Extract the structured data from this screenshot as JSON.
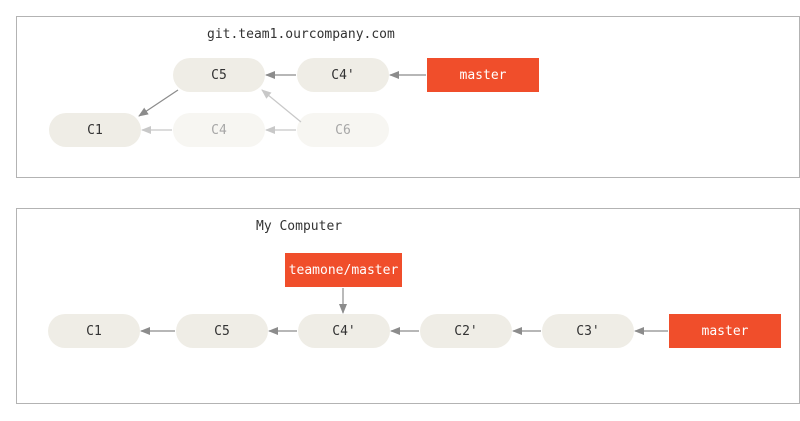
{
  "remote": {
    "title": "git.team1.ourcompany.com",
    "commits": {
      "c5": "C5",
      "c4prime": "C4'",
      "c1": "C1",
      "c4": "C4",
      "c6": "C6"
    },
    "branch": "master"
  },
  "local": {
    "title": "My Computer",
    "commits": {
      "c1": "C1",
      "c5": "C5",
      "c4prime": "C4'",
      "c2prime": "C2'",
      "c3prime": "C3'"
    },
    "remote_branch": "teamone/master",
    "branch": "master"
  },
  "colors": {
    "branch": "#f04e2b",
    "commit": "#efede6",
    "commit_faded": "#f7f6f2",
    "arrow": "#8c8c8c",
    "arrow_faded": "#c8c8c8"
  }
}
